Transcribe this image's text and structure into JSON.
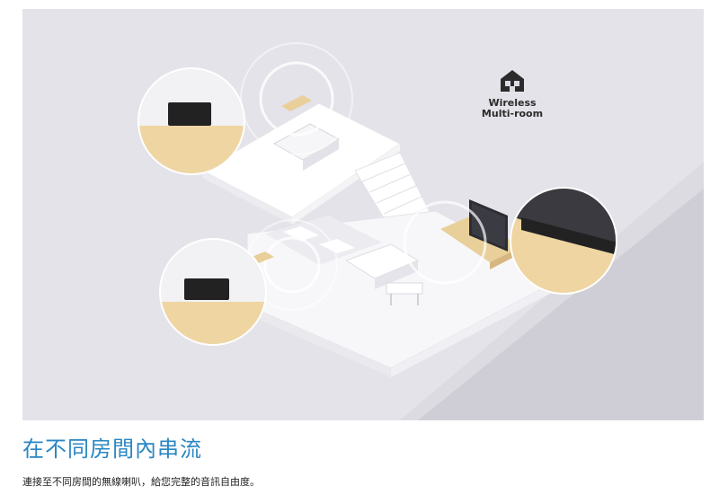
{
  "hero": {
    "badge_line1": "Wireless",
    "badge_line2": "Multi-room",
    "icon": "wireless-multiroom-house-icon"
  },
  "section": {
    "title": "在不同房間內串流",
    "description": "連接至不同房間的無線喇叭，給您完整的音訊自由度。"
  },
  "colors": {
    "title": "#2a86c4",
    "background": "#dcdbe2",
    "wood": "#eed5a2",
    "speaker": "#222222"
  }
}
